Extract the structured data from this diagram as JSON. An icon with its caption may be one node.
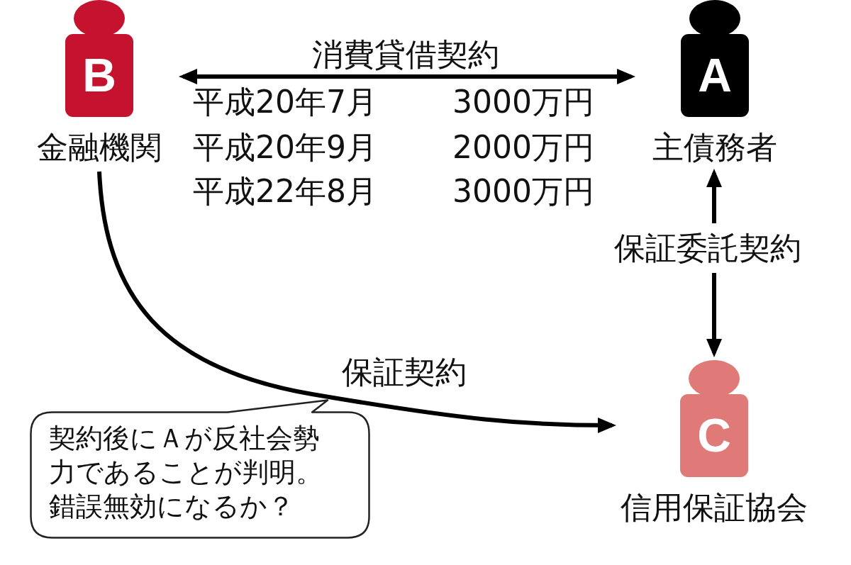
{
  "diagram": {
    "nodes": [
      {
        "text": [
          "B",
          "金融機関"
        ]
      },
      {
        "text": [
          "A",
          "主債務者"
        ]
      },
      {
        "text": [
          "C",
          "信用保証協会"
        ]
      },
      {
        "text": [
          "契約後にＡが反社会勢力であることが判明。錯誤無効になるか？"
        ]
      }
    ],
    "edges": [
      {
        "from": 0,
        "to": 1,
        "arrow": "both",
        "label": "消費貸借契約"
      },
      {
        "from": 1,
        "to": 2,
        "arrow": "both",
        "label": "保証委託契約"
      },
      {
        "from": 0,
        "to": 2,
        "arrow": "to",
        "label": "保証契約"
      }
    ],
    "labels": [
      "平成20年7月",
      "3000万円",
      "平成20年9月",
      "2000万円",
      "平成22年8月",
      "3000万円"
    ]
  }
}
